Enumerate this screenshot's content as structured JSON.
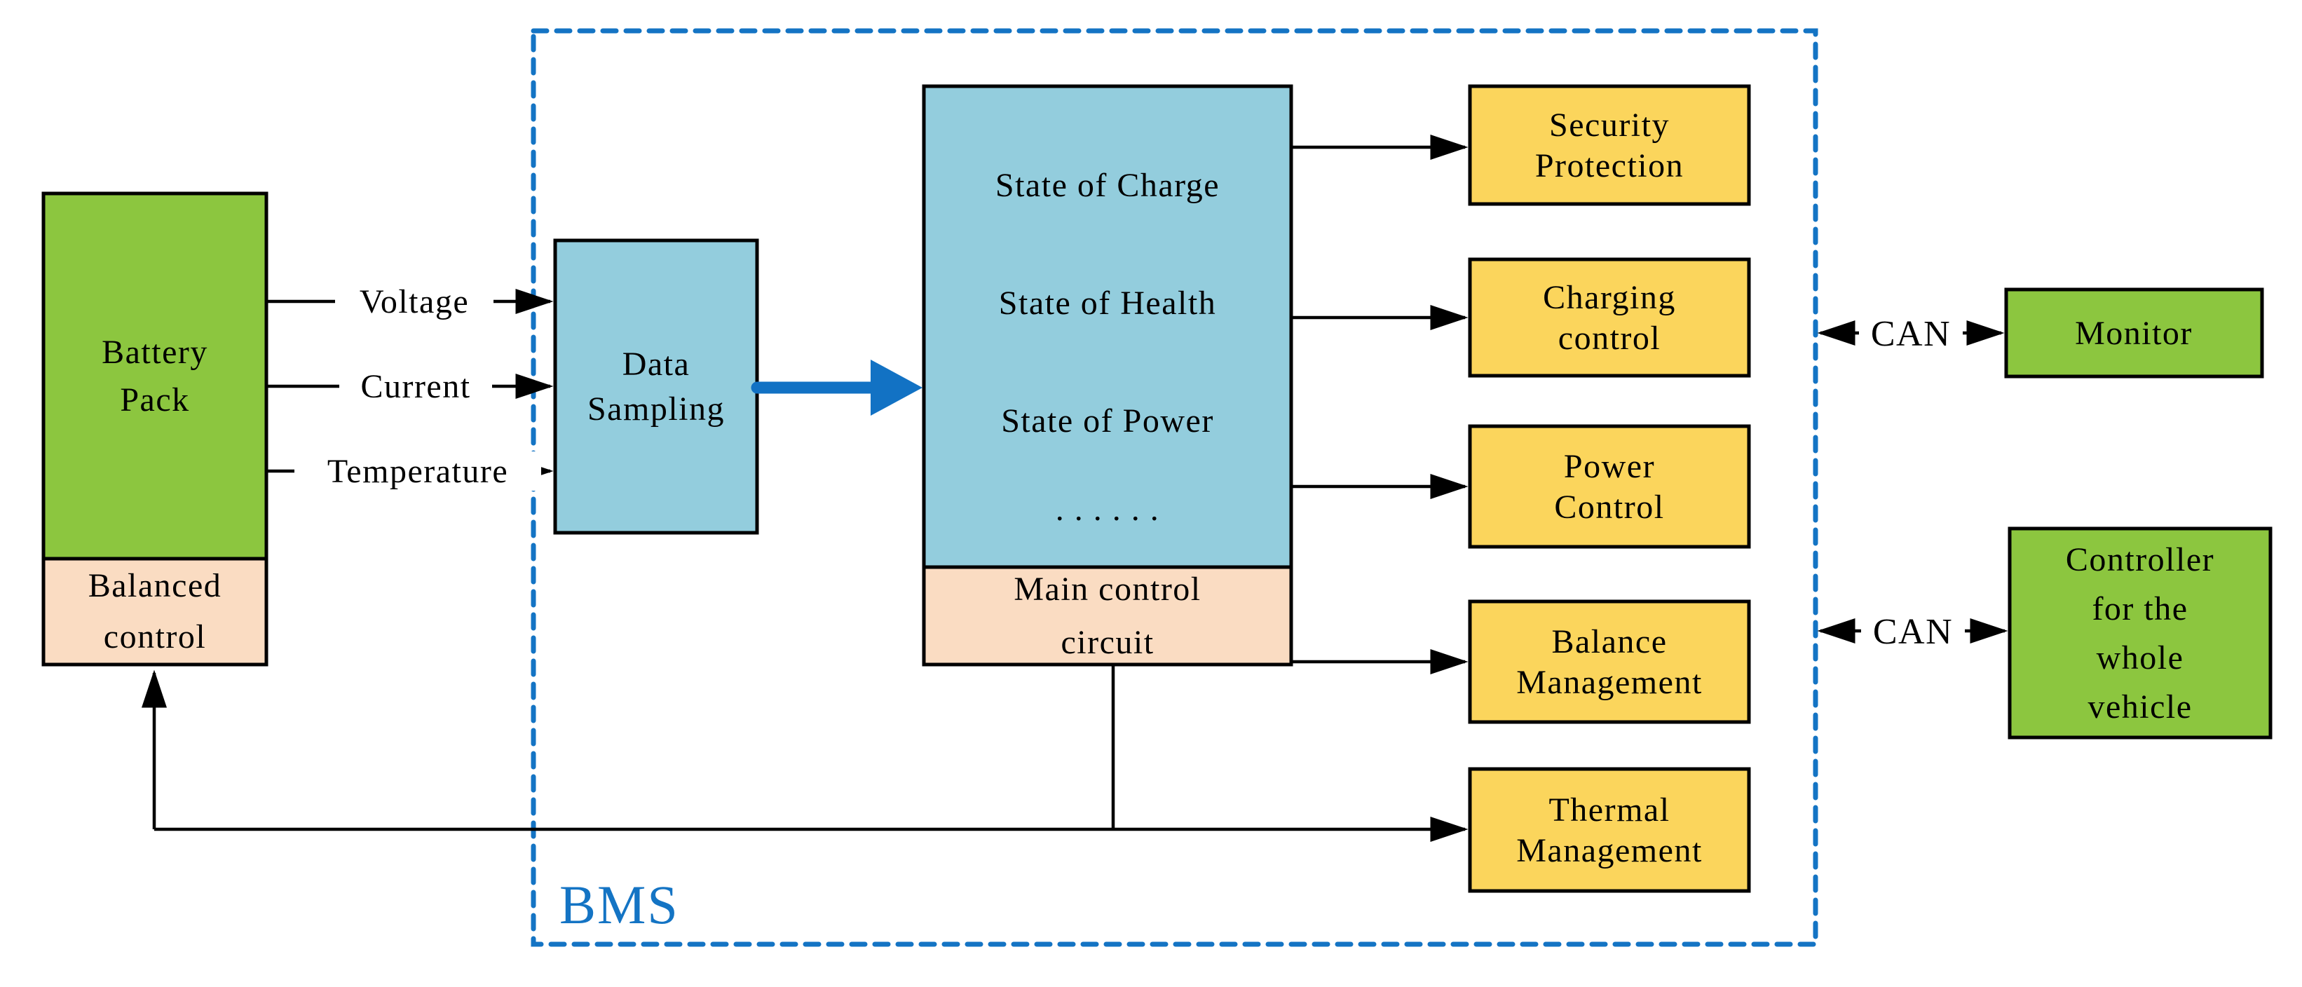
{
  "diagram": {
    "bms_label": "BMS",
    "colors": {
      "battery_green": "#8cc63f",
      "sampling_blue": "#93cddd",
      "control_peach": "#fadcc2",
      "function_yellow": "#fbd55c",
      "bms_border_blue": "#1474c4",
      "data_flow_blue": "#1272c4",
      "line_black": "#000000"
    },
    "nodes": {
      "battery_pack": {
        "lines": [
          "Battery",
          "Pack"
        ]
      },
      "balanced_control": {
        "lines": [
          "Balanced",
          "control"
        ]
      },
      "data_sampling": {
        "lines": [
          "Data",
          "Sampling"
        ]
      },
      "state_estimation": {
        "lines": [
          "State of Charge",
          "State of Health",
          "State of Power",
          ". . . . . ."
        ]
      },
      "main_control": {
        "lines": [
          "Main control",
          "circuit"
        ]
      },
      "security": {
        "lines": [
          "Security",
          "Protection"
        ]
      },
      "charging": {
        "lines": [
          "Charging",
          "control"
        ]
      },
      "power": {
        "lines": [
          "Power",
          "Control"
        ]
      },
      "balance": {
        "lines": [
          "Balance",
          "Management"
        ]
      },
      "thermal": {
        "lines": [
          "Thermal",
          "Management"
        ]
      },
      "monitor": {
        "lines": [
          "Monitor"
        ]
      },
      "controller": {
        "lines": [
          "Controller",
          "for the",
          "whole",
          "vehicle"
        ]
      }
    },
    "signals": {
      "voltage": "Voltage",
      "current": "Current",
      "temperature": "Temperature"
    },
    "bus_labels": {
      "monitor_link": "CAN",
      "controller_link": "CAN"
    }
  }
}
